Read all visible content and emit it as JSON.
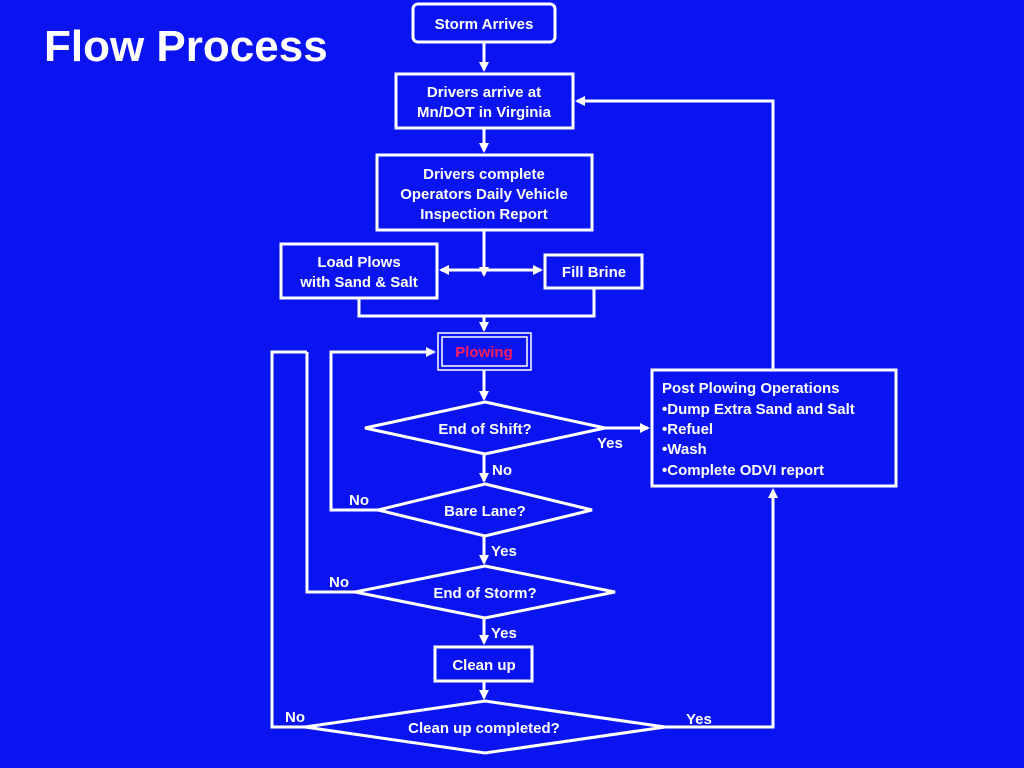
{
  "title": "Flow Process",
  "colors": {
    "background": "#0a14f0",
    "line": "#ffffff",
    "highlight": "#ff1e5a"
  },
  "nodes": {
    "storm_arrives": "Storm Arrives",
    "drivers_arrive": [
      "Drivers arrive at",
      "Mn/DOT in Virginia"
    ],
    "drivers_complete": [
      "Drivers complete",
      "Operators Daily Vehicle",
      "Inspection Report"
    ],
    "load_plows": [
      "Load Plows",
      "with Sand & Salt"
    ],
    "fill_brine": "Fill Brine",
    "plowing": "Plowing",
    "end_of_shift": "End of Shift?",
    "bare_lane": "Bare Lane?",
    "end_of_storm": "End of Storm?",
    "clean_up": "Clean up",
    "clean_up_completed": "Clean up completed?",
    "post_plowing": [
      "Post Plowing Operations",
      "•Dump Extra Sand and Salt",
      "•Refuel",
      "•Wash",
      "•Complete ODVI report"
    ]
  },
  "edge_labels": {
    "shift_yes": "Yes",
    "shift_no": "No",
    "bare_no": "No",
    "bare_yes": "Yes",
    "storm_no": "No",
    "storm_yes": "Yes",
    "completed_no": "No",
    "completed_yes": "Yes"
  }
}
